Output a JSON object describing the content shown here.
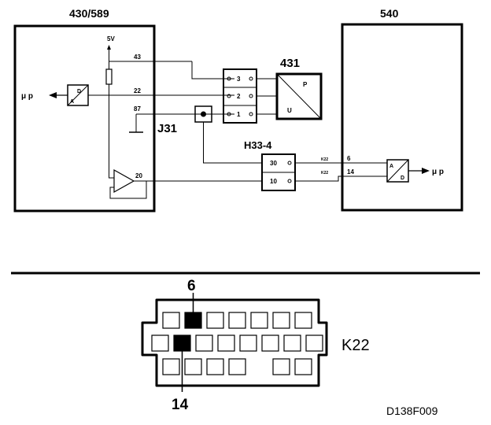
{
  "modules": {
    "left_title": "430/589",
    "right_title": "540",
    "sensor_title": "431",
    "j31_title": "J31",
    "h33_title": "H33-4"
  },
  "left_module": {
    "supply_label": "5V",
    "adc_a": "A",
    "adc_d": "D",
    "mu_p": "μ p",
    "pin_43": "43",
    "pin_22": "22",
    "pin_87": "87",
    "pin_20": "20"
  },
  "sensor": {
    "p_label": "P",
    "u_label": "U"
  },
  "connector_431": {
    "pin_3": "3",
    "pin_2": "2",
    "pin_1": "1"
  },
  "h33": {
    "pin_30": "30",
    "pin_10": "10"
  },
  "right_module": {
    "wire_top": "K22",
    "wire_bottom": "K22",
    "pin_6": "6",
    "pin_14": "14",
    "adc_a": "A",
    "adc_d": "D",
    "mu_p": "μ p"
  },
  "connector_view": {
    "pin_top_label": "6",
    "pin_bottom_label": "14",
    "name": "K22"
  },
  "figure_id": "D138F009"
}
